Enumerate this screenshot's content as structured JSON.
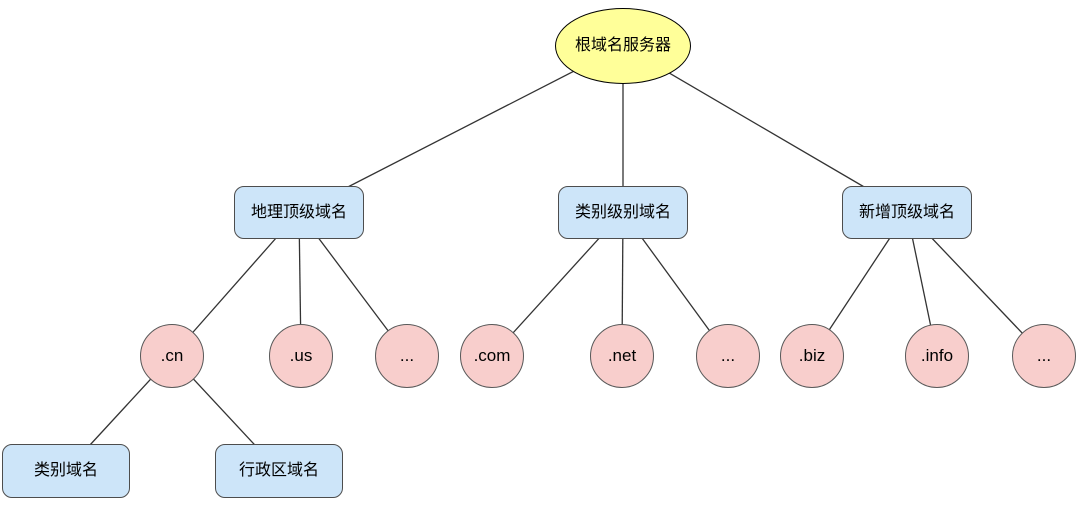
{
  "nodes": {
    "root": {
      "label": "根域名服务器"
    },
    "level2": [
      {
        "label": "地理顶级域名"
      },
      {
        "label": "类别级别域名"
      },
      {
        "label": "新增顶级域名"
      }
    ],
    "level3": [
      {
        "label": ".cn"
      },
      {
        "label": ".us"
      },
      {
        "label": "..."
      },
      {
        "label": ".com"
      },
      {
        "label": ".net"
      },
      {
        "label": "..."
      },
      {
        "label": ".biz"
      },
      {
        "label": ".info"
      },
      {
        "label": "..."
      }
    ],
    "level4": [
      {
        "label": "类别域名"
      },
      {
        "label": "行政区域名"
      }
    ]
  },
  "colors": {
    "root_fill": "#FFFF99",
    "root_border": "#000000",
    "box_fill": "#CDE5F9",
    "box_border": "#4D4D4D",
    "circle_fill": "#F8CECC",
    "circle_border": "#595959",
    "edge": "#333333"
  }
}
